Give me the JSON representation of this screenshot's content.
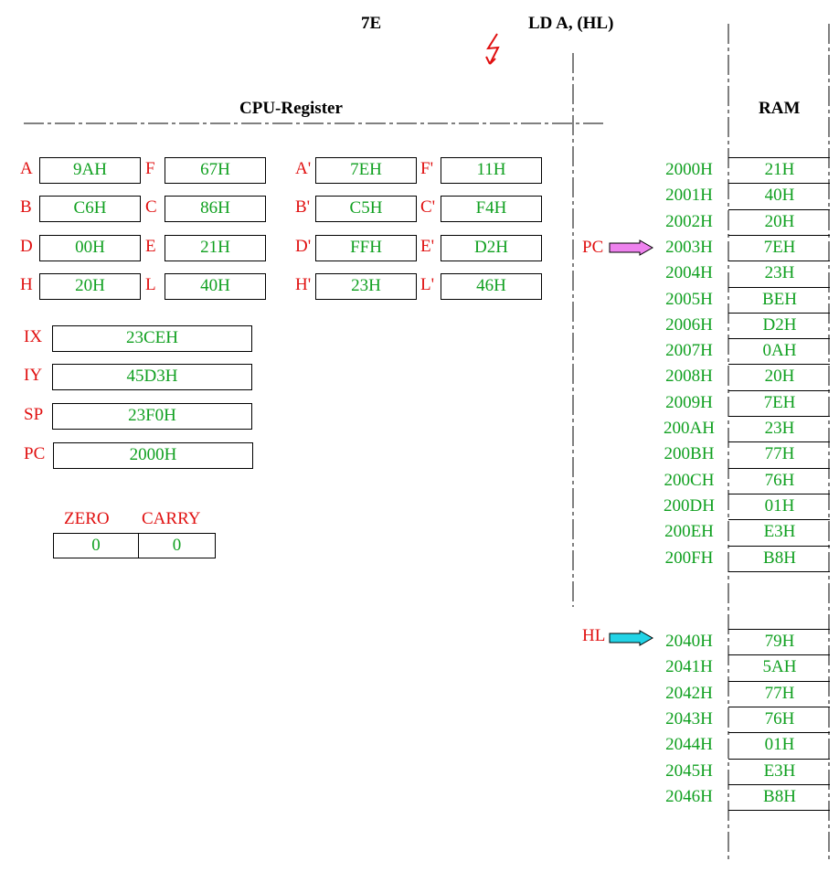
{
  "header": {
    "opcode": "7E",
    "instruction": "LD A, (HL)"
  },
  "cpu": {
    "title": "CPU-Register",
    "registers": [
      {
        "name": "A",
        "value": "9AH"
      },
      {
        "name": "F",
        "value": "67H"
      },
      {
        "name": "A'",
        "value": "7EH"
      },
      {
        "name": "F'",
        "value": "11H"
      },
      {
        "name": "B",
        "value": "C6H"
      },
      {
        "name": "C",
        "value": "86H"
      },
      {
        "name": "B'",
        "value": "C5H"
      },
      {
        "name": "C'",
        "value": "F4H"
      },
      {
        "name": "D",
        "value": "00H"
      },
      {
        "name": "E",
        "value": "21H"
      },
      {
        "name": "D'",
        "value": "FFH"
      },
      {
        "name": "E'",
        "value": "D2H"
      },
      {
        "name": "H",
        "value": "20H"
      },
      {
        "name": "L",
        "value": "40H"
      },
      {
        "name": "H'",
        "value": "23H"
      },
      {
        "name": "L'",
        "value": "46H"
      }
    ],
    "wide_registers": [
      {
        "name": "IX",
        "value": "23CEH"
      },
      {
        "name": "IY",
        "value": "45D3H"
      },
      {
        "name": "SP",
        "value": "23F0H"
      },
      {
        "name": "PC",
        "value": "2000H"
      }
    ],
    "flags": [
      {
        "name": "ZERO",
        "value": "0"
      },
      {
        "name": "CARRY",
        "value": "0"
      }
    ]
  },
  "ram": {
    "title": "RAM",
    "block1": [
      {
        "addr": "2000H",
        "value": "21H"
      },
      {
        "addr": "2001H",
        "value": "40H"
      },
      {
        "addr": "2002H",
        "value": "20H"
      },
      {
        "addr": "2003H",
        "value": "7EH"
      },
      {
        "addr": "2004H",
        "value": "23H"
      },
      {
        "addr": "2005H",
        "value": "BEH"
      },
      {
        "addr": "2006H",
        "value": "D2H"
      },
      {
        "addr": "2007H",
        "value": "0AH"
      },
      {
        "addr": "2008H",
        "value": "20H"
      },
      {
        "addr": "2009H",
        "value": "7EH"
      },
      {
        "addr": "200AH",
        "value": "23H"
      },
      {
        "addr": "200BH",
        "value": "77H"
      },
      {
        "addr": "200CH",
        "value": "76H"
      },
      {
        "addr": "200DH",
        "value": "01H"
      },
      {
        "addr": "200EH",
        "value": "E3H"
      },
      {
        "addr": "200FH",
        "value": "B8H"
      }
    ],
    "block2": [
      {
        "addr": "2040H",
        "value": "79H"
      },
      {
        "addr": "2041H",
        "value": "5AH"
      },
      {
        "addr": "2042H",
        "value": "77H"
      },
      {
        "addr": "2043H",
        "value": "76H"
      },
      {
        "addr": "2044H",
        "value": "01H"
      },
      {
        "addr": "2045H",
        "value": "E3H"
      },
      {
        "addr": "2046H",
        "value": "B8H"
      }
    ]
  },
  "pointers": {
    "pc": {
      "label": "PC",
      "color": "#ee82ee"
    },
    "hl": {
      "label": "HL",
      "color": "#22d3e6"
    }
  },
  "colors": {
    "label": "#e01010",
    "value": "#10a020",
    "line": "#000000"
  }
}
